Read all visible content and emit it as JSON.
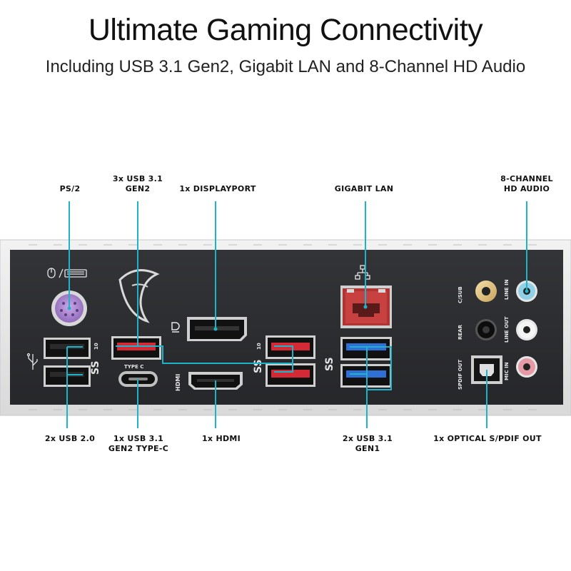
{
  "header": {
    "title": "Ultimate Gaming Connectivity",
    "subtitle": "Including USB 3.1 Gen2, Gigabit LAN and 8-Channel HD Audio"
  },
  "top_labels": {
    "ps2": "PS/2",
    "usb31_gen2_line1": "3x USB 3.1",
    "usb31_gen2_line2": "GEN2",
    "displayport": "1x DISPLAYPORT",
    "gigabit_lan": "GIGABIT LAN",
    "audio_line1": "8-CHANNEL",
    "audio_line2": "HD AUDIO"
  },
  "bottom_labels": {
    "usb20": "2x USB 2.0",
    "typec_line1": "1x USB 3.1",
    "typec_line2": "GEN2 TYPE-C",
    "hdmi": "1x HDMI",
    "gen1_line1": "2x USB 3.1",
    "gen1_line2": "GEN1",
    "spdif": "1x OPTICAL S/PDIF OUT"
  },
  "panel_text": {
    "type_c": "TYPE C",
    "hdmi": "HDMI",
    "c_sub": "C/SUB",
    "rear": "REAR",
    "spdif_out": "SPDIF OUT",
    "line_in": "LINE IN",
    "line_out": "LINE OUT",
    "mic_in": "MIC IN",
    "ss10": "10"
  },
  "colors": {
    "callout": "#1eb3c9",
    "panel": "#2e2f31",
    "usb_red": "#d42a35",
    "usb_blue": "#2f6fd6",
    "lan_red": "#c23a3a"
  }
}
